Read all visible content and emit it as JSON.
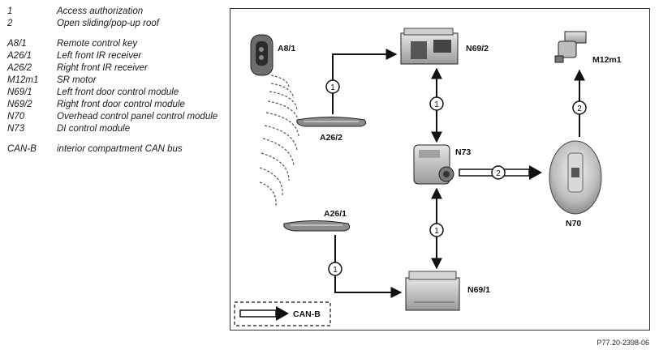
{
  "legend": {
    "items": [
      {
        "code": "1",
        "desc": "Access authorization"
      },
      {
        "code": "2",
        "desc": "Open sliding/pop-up roof"
      },
      {
        "code": "A8/1",
        "desc": "Remote control key"
      },
      {
        "code": "A26/1",
        "desc": "Left front IR receiver"
      },
      {
        "code": "A26/2",
        "desc": "Right front IR receiver"
      },
      {
        "code": "M12m1",
        "desc": "SR motor"
      },
      {
        "code": "N69/1",
        "desc": "Left front door control module"
      },
      {
        "code": "N69/2",
        "desc": "Right front door control module"
      },
      {
        "code": "N70",
        "desc": "Overhead control panel control module"
      },
      {
        "code": "N73",
        "desc": "DI control module"
      },
      {
        "code": "CAN-B",
        "desc": "interior compartment CAN bus"
      }
    ]
  },
  "diagram": {
    "labels": {
      "key": "A8/1",
      "right_ir": "A26/2",
      "left_ir": "A26/1",
      "right_door": "N69/2",
      "left_door": "N69/1",
      "di_module": "N73",
      "overhead": "N70",
      "sr_motor": "M12m1"
    },
    "markers": {
      "access": "1",
      "roof": "2"
    },
    "can_legend": "CAN-B"
  },
  "footer": {
    "ref": "P77.20-2398-06"
  }
}
